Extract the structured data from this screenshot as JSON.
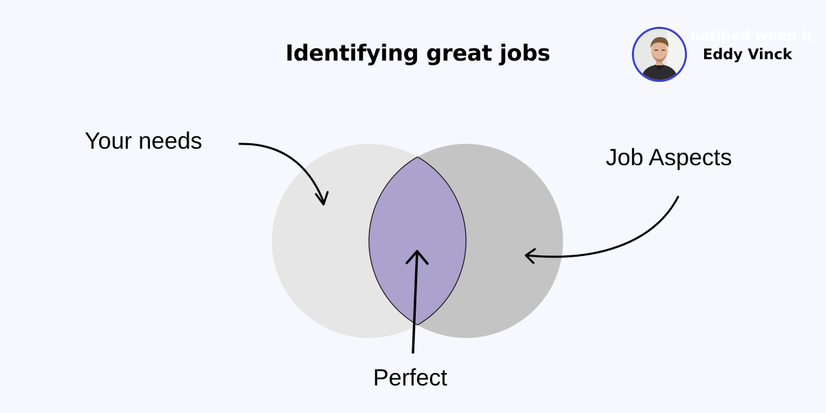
{
  "header": {
    "title": "Identifying great jobs",
    "author_name": "Eddy Vinck",
    "overlay_text": "notified when it"
  },
  "venn": {
    "left_label": "Your needs",
    "right_label": "Job Aspects",
    "overlap_label": "Perfect",
    "colors": {
      "background": "#f7f8fd",
      "left_circle": "#e6e6e6",
      "right_circle": "#c4c4c4",
      "overlap": "#aba2cd",
      "avatar_ring": "#3d3fd0"
    }
  }
}
